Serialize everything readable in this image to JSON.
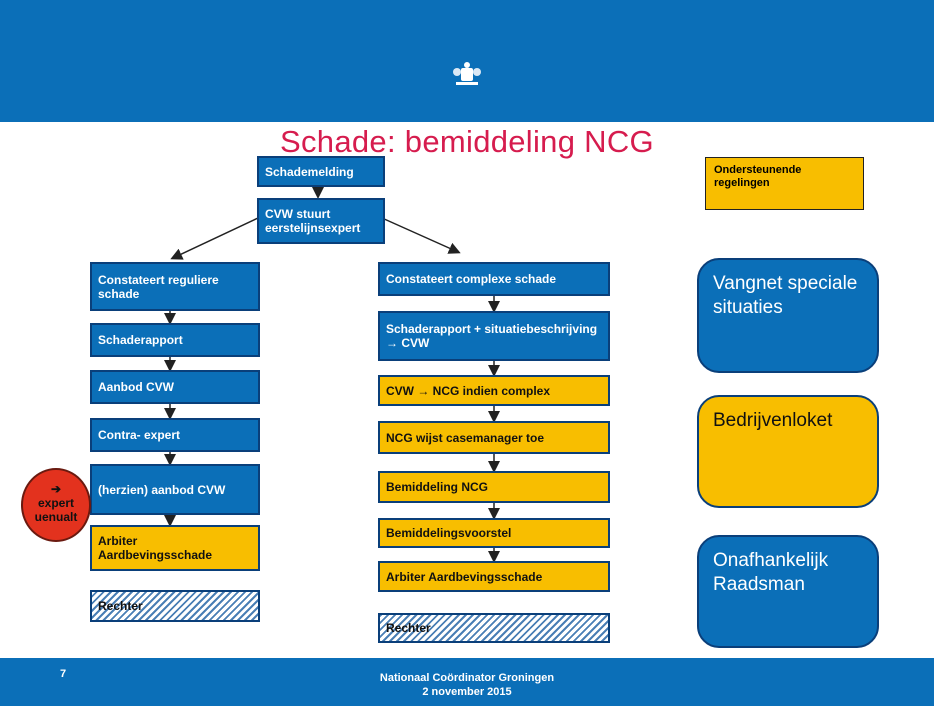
{
  "title": "Schade: bemiddeling NCG",
  "colors": {
    "brand_blue": "#0b6fb8",
    "yellow": "#f8be00",
    "red": "#e3321e",
    "title_red": "#d61c4e"
  },
  "top": {
    "melding": "Schademelding",
    "cvw": "CVW stuurt eerstelijnsexpert"
  },
  "left_column": [
    "Constateert reguliere schade",
    "Schaderapport",
    "Aanbod CVW",
    "Contra- expert",
    "(herzien) aanbod CVW",
    "Arbiter Aardbevingsschade",
    "Rechter"
  ],
  "right_column": [
    "Constateert complexe schade",
    "Schaderapport + situatiebeschrijving → CVW",
    "CVW → NCG indien complex",
    "NCG wijst casemanager toe",
    "Bemiddeling NCG",
    "Bemiddelingsvoorstel",
    "Arbiter Aardbevingsschade",
    "Rechter"
  ],
  "expert_circle": {
    "icon": "arrow-icon",
    "label": "expert uenualt"
  },
  "side_note": "Ondersteunende regelingen",
  "side_boxes": [
    "Vangnet speciale situaties",
    "Bedrijvenloket",
    "Onafhankelijk Raadsman"
  ],
  "footer": {
    "page": "7",
    "org": "Nationaal Coördinator Groningen",
    "date": "2 november 2015"
  }
}
